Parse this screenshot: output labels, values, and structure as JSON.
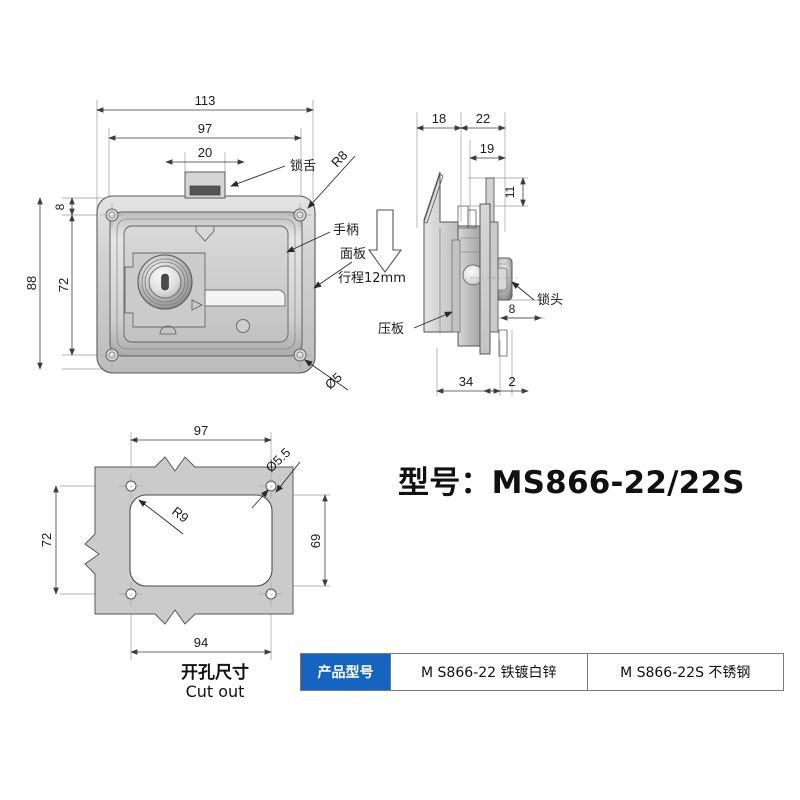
{
  "document": {
    "type": "technical-drawing",
    "model_heading": "型号：MS866-22/22S"
  },
  "front_view": {
    "dimensions": {
      "width_outer": "113",
      "width_inner": "97",
      "bolt_width": "20",
      "height_outer": "88",
      "height_inner": "72",
      "top_offset": "8",
      "corner_radius": "R8",
      "hole_dia": "Ø5"
    },
    "callouts": {
      "latch_bolt": "锁舌",
      "handle": "手柄",
      "panel": "面板"
    }
  },
  "side_view": {
    "dimensions": {
      "d18": "18",
      "d22": "22",
      "d19": "19",
      "d11": "11",
      "d8": "8",
      "d34": "34",
      "d2": "2"
    },
    "callouts": {
      "stroke": "行程12mm",
      "lock_head": "锁头",
      "press_plate": "压板"
    }
  },
  "cutout_view": {
    "dimensions": {
      "width_holes": "97",
      "width_cut": "94",
      "height_holes": "72",
      "height_cut": "69",
      "corner_radius": "R9",
      "hole_dia": "Ø5.5"
    },
    "label_cn": "开孔尺寸",
    "label_en": "Cut out"
  },
  "spec_table": {
    "header": "产品型号",
    "values": [
      "M S866-22 铁镀白锌",
      "M S866-22S 不锈钢"
    ],
    "header_color": "#1565c0"
  }
}
